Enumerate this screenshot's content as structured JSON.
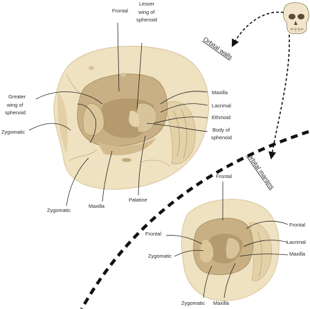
{
  "top": {
    "labels": {
      "frontal": "Frontal",
      "lesser_wing": [
        "Lesser",
        "wing of",
        "sphenoid"
      ],
      "greater_wing": [
        "Greater",
        "wing of",
        "sphenoid"
      ],
      "zygomatic_left": "Zygomatic",
      "maxilla_right": "Maxilla",
      "lacrimal": "Lacrimal",
      "ethmoid": "Ethmoid",
      "body_sphenoid": [
        "Body of",
        "sphenoid"
      ],
      "zygomatic_bottom": "Zygomatic",
      "maxilla_bottom": "Maxilla",
      "palatine": "Palatine"
    },
    "section_title": "Orbital walls"
  },
  "bottom": {
    "labels": {
      "frontal_top": "Frontal",
      "frontal_left": "Frontal",
      "zygomatic_left": "Zygomatic",
      "frontal_right": "Frontal",
      "lacrimal": "Lacrimal",
      "maxilla_right": "Maxilla",
      "zygomatic_bottom": "Zygomatic",
      "maxilla_bottom": "Maxilla"
    },
    "section_title": "Orbital margins"
  },
  "colors": {
    "bone_light": "#efe2c0",
    "bone_mid": "#dcc79c",
    "bone_dark": "#c4ab7c",
    "bone_shadow": "#a89068",
    "line": "#222222"
  },
  "icons": [
    "skull-icon"
  ]
}
